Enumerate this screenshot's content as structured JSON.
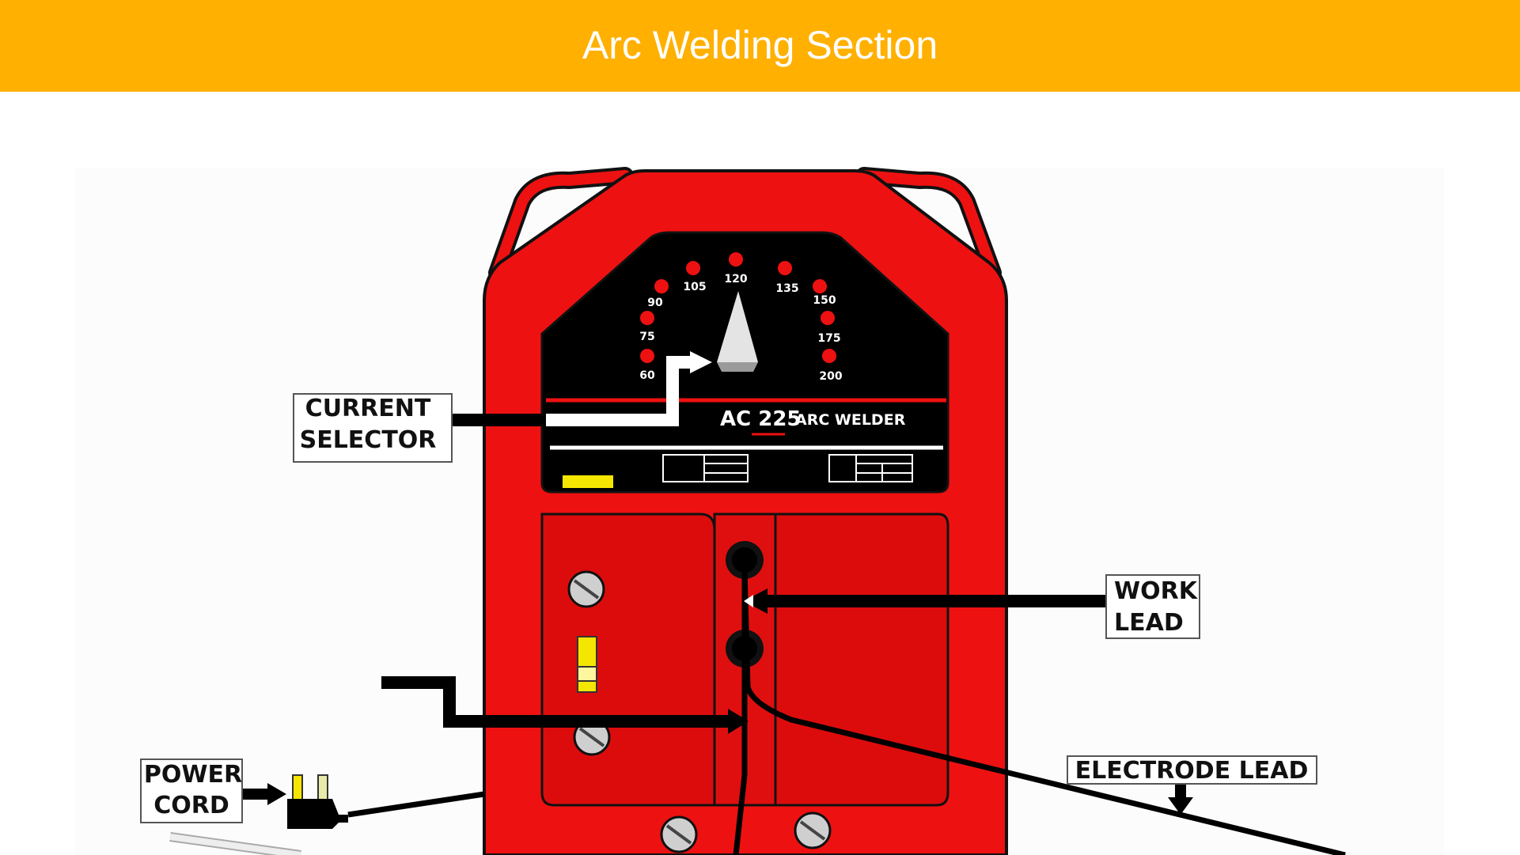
{
  "header": {
    "title": "Arc Welding Section"
  },
  "colors": {
    "banner": "#FFB000",
    "welder_body": "#EE1111",
    "panel": "#000000"
  },
  "welder": {
    "model_main": "AC 225",
    "model_sub": "ARC WELDER",
    "dial_settings": [
      "60",
      "75",
      "90",
      "105",
      "120",
      "135",
      "150",
      "175",
      "200"
    ]
  },
  "labels": {
    "current_selector": [
      "CURRENT",
      "SELECTOR"
    ],
    "work_lead": [
      "WORK",
      "LEAD"
    ],
    "power_cord": [
      "POWER",
      "CORD"
    ],
    "electrode_lead": "ELECTRODE LEAD"
  }
}
